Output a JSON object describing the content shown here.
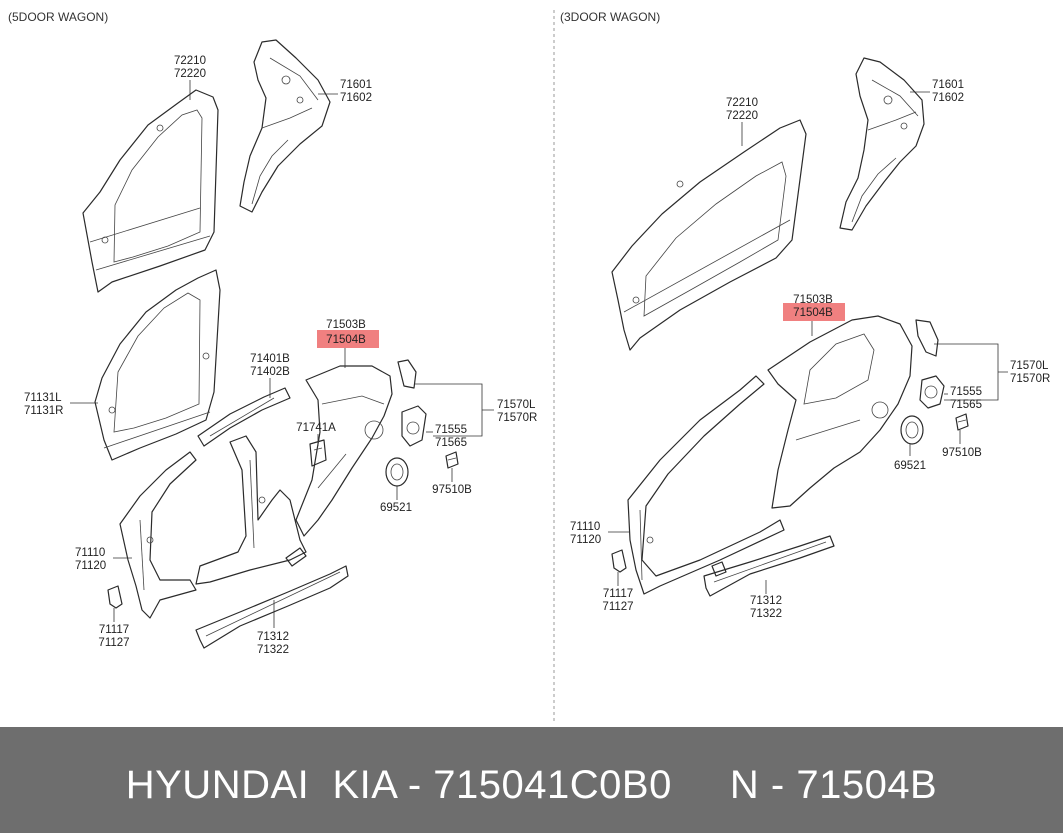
{
  "sections": {
    "left": "(5DOOR WAGON)",
    "right": "(3DOOR WAGON)"
  },
  "labels_left": {
    "l72210": "72210",
    "l72220": "72220",
    "l71601": "71601",
    "l71602": "71602",
    "l71503b": "71503B",
    "l71504b": "71504B",
    "l71401b": "71401B",
    "l71402b": "71402B",
    "l71131l": "71131L",
    "l71131r": "71131R",
    "l71741a": "71741A",
    "l71555": "71555",
    "l71565": "71565",
    "l71570l": "71570L",
    "l71570r": "71570R",
    "l69521": "69521",
    "l97510b": "97510B",
    "l71110": "71110",
    "l71120": "71120",
    "l71117": "71117",
    "l71127": "71127",
    "l71312": "71312",
    "l71322": "71322"
  },
  "labels_right": {
    "l72210": "72210",
    "l72220": "72220",
    "l71601": "71601",
    "l71602": "71602",
    "l71503b": "71503B",
    "l71504b": "71504B",
    "l71570l": "71570L",
    "l71570r": "71570R",
    "l71555": "71555",
    "l71565": "71565",
    "l69521": "69521",
    "l97510b": "97510B",
    "l71110": "71110",
    "l71120": "71120",
    "l71117": "71117",
    "l71127": "71127",
    "l71312": "71312",
    "l71322": "71322"
  },
  "highlight_color": "#f08080",
  "footer": {
    "text": "HYUNDAI  KIA - 715041C0B0     N - 71504B"
  }
}
